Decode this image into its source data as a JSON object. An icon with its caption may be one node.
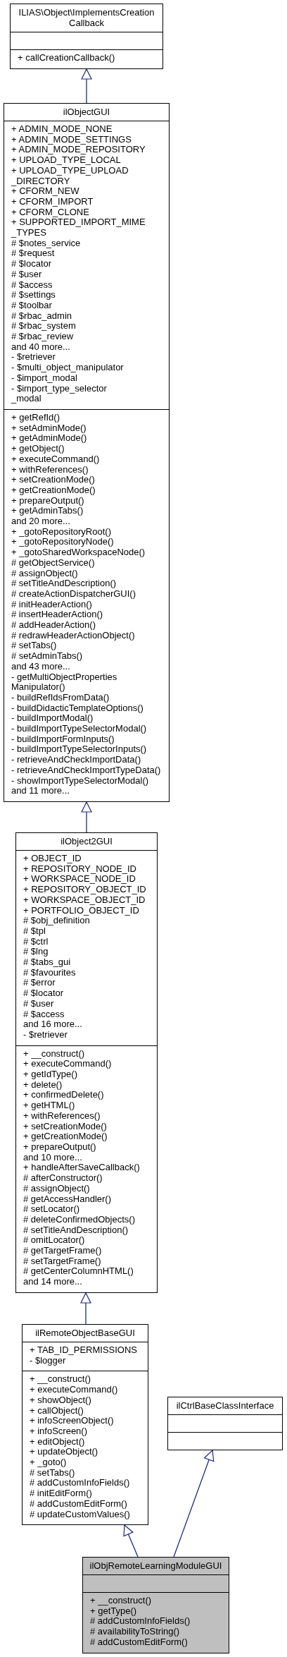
{
  "diagram": {
    "nodes": [
      {
        "text": [
          "ILIAS\\Object\\ImplementsCreation Callback",
          "+ callCreationCallback()"
        ]
      },
      {
        "text": [
          "ilObjectGUI",
          "+ ADMIN_MODE_NONE",
          "+ ADMIN_MODE_SETTINGS",
          "+ ADMIN_MODE_REPOSITORY",
          "+ UPLOAD_TYPE_LOCAL",
          "+ UPLOAD_TYPE_UPLOAD _DIRECTORY",
          "+ CFORM_NEW",
          "+ CFORM_IMPORT",
          "+ CFORM_CLONE",
          "+ SUPPORTED_IMPORT_MIME _TYPES",
          "# $notes_service",
          "# $request",
          "# $locator",
          "# $user",
          "# $access",
          "# $settings",
          "# $toolbar",
          "# $rbac_admin",
          "# $rbac_system",
          "# $rbac_review",
          "and 40 more...",
          "- $retriever",
          "- $multi_object_manipulator",
          "- $import_modal",
          "- $import_type_selector _modal",
          "+ getRefId()",
          "+ setAdminMode()",
          "+ getAdminMode()",
          "+ getObject()",
          "+ executeCommand()",
          "+ withReferences()",
          "+ setCreationMode()",
          "+ getCreationMode()",
          "+ prepareOutput()",
          "+ getAdminTabs()",
          "and 20 more...",
          "+ _gotoRepositoryRoot()",
          "+ _gotoRepositoryNode()",
          "+ _gotoSharedWorkspaceNode()",
          "# getObjectService()",
          "# assignObject()",
          "# setTitleAndDescription()",
          "# createActionDispatcherGUI()",
          "# initHeaderAction()",
          "# insertHeaderAction()",
          "# addHeaderAction()",
          "# redrawHeaderActionObject()",
          "# setTabs()",
          "# setAdminTabs()",
          "and 43 more...",
          "- getMultiObjectProperties Manipulator()",
          "- buildRefIdsFromData()",
          "- buildDidacticTemplateOptions()",
          "- buildImportModal()",
          "- buildImportTypeSelectorModal()",
          "- buildImportFormInputs()",
          "- buildImportTypeSelectorInputs()",
          "- retrieveAndCheckImportData()",
          "- retrieveAndCheckImportTypeData()",
          "- showImportTypeSelectorModal()",
          "and 11 more..."
        ]
      },
      {
        "text": [
          "ilObject2GUI",
          "+ OBJECT_ID",
          "+ REPOSITORY_NODE_ID",
          "+ WORKSPACE_NODE_ID",
          "+ REPOSITORY_OBJECT_ID",
          "+ WORKSPACE_OBJECT_ID",
          "+ PORTFOLIO_OBJECT_ID",
          "# $obj_definition",
          "# $tpl",
          "# $ctrl",
          "# $lng",
          "# $tabs_gui",
          "# $favourites",
          "# $error",
          "# $locator",
          "# $user",
          "# $access",
          "and 16 more...",
          "- $retriever",
          "+ __construct()",
          "+ executeCommand()",
          "+ getIdType()",
          "+ delete()",
          "+ confirmedDelete()",
          "+ getHTML()",
          "+ withReferences()",
          "+ setCreationMode()",
          "+ getCreationMode()",
          "+ prepareOutput()",
          "and 10 more...",
          "+ handleAfterSaveCallback()",
          "# afterConstructor()",
          "# assignObject()",
          "# getAccessHandler()",
          "# setLocator()",
          "# deleteConfirmedObjects()",
          "# setTitleAndDescription()",
          "# omitLocator()",
          "# getTargetFrame()",
          "# setTargetFrame()",
          "# getCenterColumnHTML()",
          "and 14 more..."
        ]
      },
      {
        "text": [
          "ilRemoteObjectBaseGUI",
          "+ TAB_ID_PERMISSIONS",
          "- $logger",
          "+ __construct()",
          "+ executeCommand()",
          "+ showObject()",
          "+ callObject()",
          "+ infoScreenObject()",
          "+ infoScreen()",
          "+ editObject()",
          "+ updateObject()",
          "+ _goto()",
          "# setTabs()",
          "# addCustomInfoFields()",
          "# initEditForm()",
          "# addCustomEditForm()",
          "# updateCustomValues()"
        ]
      },
      {
        "text": [
          "ilCtrlBaseClassInterface"
        ]
      },
      {
        "text": [
          "ilObjRemoteLearningModuleGUI",
          "+ __construct()",
          "+ getType()",
          "# addCustomInfoFields()",
          "# availabilityToString()",
          "# addCustomEditForm()"
        ]
      }
    ],
    "edges": [
      {
        "from": 1,
        "to": 0,
        "arrow": "to"
      },
      {
        "from": 2,
        "to": 1,
        "arrow": "to"
      },
      {
        "from": 3,
        "to": 2,
        "arrow": "to"
      },
      {
        "from": 5,
        "to": 3,
        "arrow": "to"
      },
      {
        "from": 5,
        "to": 4,
        "arrow": "to"
      }
    ]
  }
}
